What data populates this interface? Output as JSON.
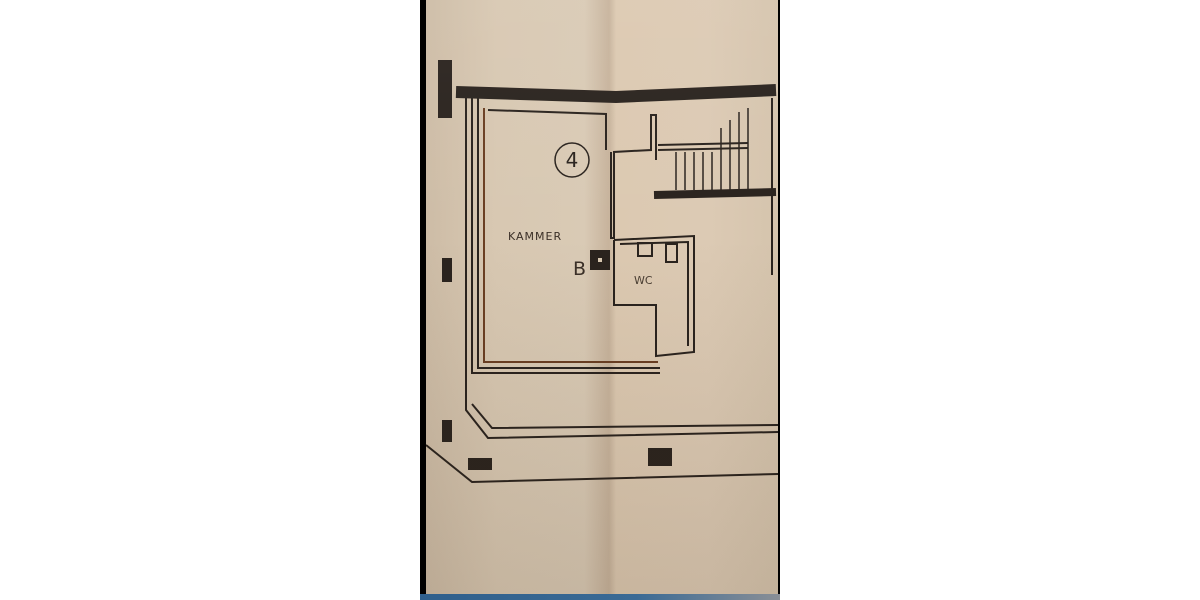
{
  "diagram": {
    "type": "architectural floor plan (photographed)",
    "room_number": "4",
    "rooms": [
      {
        "label": "KAMMER"
      },
      {
        "label": "WC"
      }
    ],
    "markers": [
      {
        "label": "B"
      }
    ],
    "elements": [
      "stairs",
      "exterior walls",
      "chimney/flue",
      "terrace outline"
    ]
  },
  "colors": {
    "paper": "#d8c8b2",
    "ink": "#2a231e",
    "border": "#000000",
    "bottom_strip": "#2f5f8c"
  }
}
